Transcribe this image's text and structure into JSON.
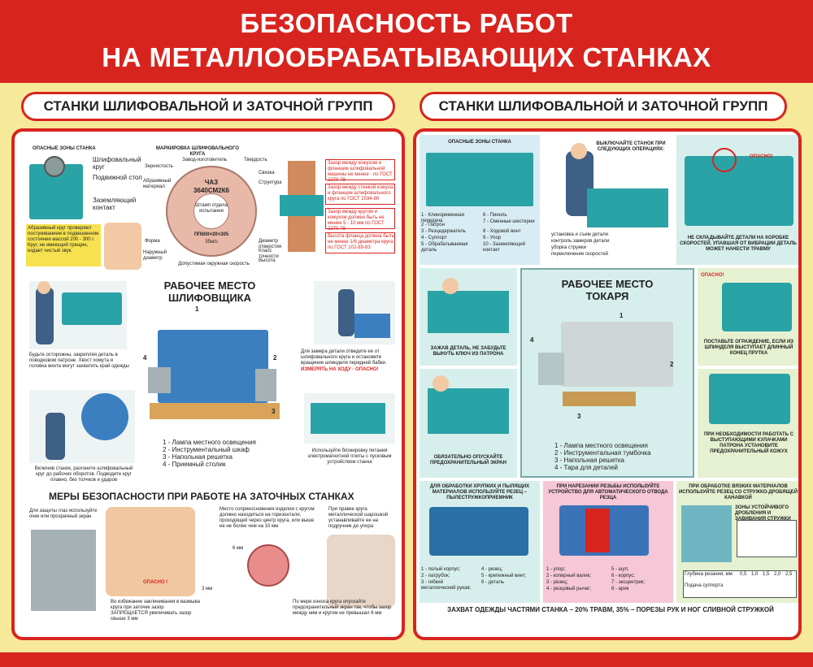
{
  "title": {
    "line1": "БЕЗОПАСНОСТЬ РАБОТ",
    "line2": "НА МЕТАЛЛООБРАБАТЫВАЮЩИХ СТАНКАХ"
  },
  "left": {
    "header": "СТАНКИ ШЛИФОВАЛЬНОЙ И ЗАТОЧНОЙ ГРУПП",
    "danger_zones": {
      "title": "ОПАСНЫЕ ЗОНЫ СТАНКА",
      "labels": [
        "Шлифовальный круг",
        "Подвижной стол",
        "Заземляющий контакт"
      ],
      "note": "Абразивный круг проверяют постукиванием в подвешенном состоянии массой 200 - 300 г. Круг, не имеющий трещин, издает чистый звук."
    },
    "marking": {
      "title": "МАРКИРОВКА ШЛИФОВАЛЬНОГО КРУГА",
      "wheel_code1": "ЧАЗ",
      "wheel_code2": "3640СМ2К6",
      "wheel_stamp": "Штамп отдела испытания",
      "wheel_code3": "ПП600×20×305",
      "wheel_code4": "35м/с",
      "labels_left": [
        "Зернистость",
        "Абразивный материал",
        "Форма",
        "Наружный диаметр"
      ],
      "labels_top": [
        "Завод-изготовитель",
        "Твердость"
      ],
      "labels_right": [
        "Связка",
        "Структура",
        "Диаметр отверстия",
        "Класс точности",
        "Высота"
      ],
      "label_bottom": "Допустимая окружная скорость"
    },
    "flange_notes": [
      "Зазор между кожухом и фланцем шлифовальной машины не менее - по ГОСТ 2270-78",
      "Зазор между стенкой кожуха и фланцем шлифовального круга по ГОСТ 2034-80",
      "Зазор между кругом и кожухом должен быть не менее 5 - 10 мм по ГОСТ 2270-78",
      "Высота фланца должна быть не менее 1/6 диаметра круга по ГОСТ 102-89-83"
    ],
    "workplace": {
      "title1": "РАБОЧЕЕ МЕСТО",
      "title2": "ШЛИФОВЩИКА",
      "num1": "1",
      "num2": "2",
      "num3": "3",
      "num4": "4",
      "legend": [
        "1 - Лампа местного освещения",
        "2 - Инструментальный шкаф",
        "3 - Напольная решетка",
        "4 - Приемный столик"
      ]
    },
    "note_chuck": "Будьте осторожны, закрепляя деталь в поводковом патроне. Хвост хомута и головка винта могут захватить край одежды",
    "note_measure": "Для замера детали отведите ее от шлифовального круга и остановите вращение шпинделя передней бабки.",
    "note_measure_red": "ИЗМЕРЯТЬ НА ХОДУ - ОПАСНО!",
    "note_start": "Включив станок, разгоните шлифовальный круг до рабочих оборотов. Подводите круг плавно, без толчков и ударов",
    "note_block": "Используйте блокировку питания электромагнитной плиты с пусковым устройством станка",
    "sharpen": {
      "title": "МЕРЫ БЕЗОПАСНОСТИ ПРИ РАБОТЕ НА ЗАТОЧНЫХ СТАНКАХ",
      "note1": "Для защиты глаз используйте очки или прозрачный экран",
      "note2": "Место соприкосновения изделия с кругом должно находиться на горизонтали, проходящей через центр круга, или выше ее не более чем на 10 мм",
      "note3": "При правке круга металлической шарошкой устанавливайте ее на подручник до упора",
      "danger": "ОПАСНО !",
      "gap_6": "6 мм",
      "gap_3": "3 мм",
      "note4": "Во избежание заклинивания в вазмыва круга при заточке зазор ЗАПРЕЩАЕТСЯ увеличивать зазор свыше 3 мм",
      "note5": "По мере износа круга опускайте предохранительный экран так, чтобы зазор между ним и кругом не превышал 6 мм"
    }
  },
  "right": {
    "header": "СТАНКИ ШЛИФОВАЛЬНОЙ И ЗАТОЧНОЙ ГРУПП",
    "danger_zones": {
      "title": "ОПАСНЫЕ ЗОНЫ СТАНКА",
      "legend": [
        "1 - Клиноременная передача",
        "2 - Патрон",
        "3 - Резцедержатель",
        "4 - Суппорт",
        "5 - Обрабатываемая деталь",
        "6 - Пиноль",
        "7 - Сменные шестерни",
        "8 - Ходовой винт",
        "9 - Упор",
        "10 - Заземляющий контакт"
      ]
    },
    "stop_machine": {
      "title": "ВЫКЛЮЧАЙТЕ СТАНОК ПРИ СЛЕДУЮЩИХ ОПЕРАЦИЯХ:",
      "items": [
        "установка и съем детали",
        "контроль замеров детали",
        "уборка стружки",
        "переключение скоростей"
      ]
    },
    "danger_label": "ОПАСНО!",
    "note_box": "НЕ СКЛАДЫВАЙТЕ ДЕТАЛИ НА КОРОБКЕ СКОРОСТЕЙ. УПАВШАЯ ОТ ВИБРАЦИИ ДЕТАЛЬ МОЖЕТ НАНЕСТИ ТРАВМУ",
    "note_key": "ЗАЖАВ ДЕТАЛЬ, НЕ ЗАБУДЬТЕ ВЫНУТЬ КЛЮЧ ИЗ ПАТРОНА",
    "workplace": {
      "title1": "РАБОЧЕЕ МЕСТО",
      "title2": "ТОКАРЯ",
      "num1": "1",
      "num2": "2",
      "num3": "3",
      "num4": "4",
      "legend": [
        "1 - Лампа местного освещения",
        "2 - Инструментальная тумбочка",
        "3 - Напольная решетка",
        "4 - Тара для деталей"
      ]
    },
    "danger_label2": "ОПАСНО!",
    "note_guard": "ПОСТАВЬТЕ ОГРАЖДЕНИЕ, ЕСЛИ ИЗ ШПИНДЕЛЯ ВЫСТУПАЕТ ДЛИННЫЙ КОНЕЦ ПРУТКА",
    "note_screen": "ОБЯЗАТЕЛЬНО ОПУСКАЙТЕ ПРЕДОХРАНИТЕЛЬНЫЙ ЭКРАН",
    "note_cover": "ПРИ НЕОБХОДИМОСТИ РАБОТАТЬ С ВЫСТУПАЮЩИМИ КУЛАЧКАМИ ПАТРОНА УСТАНОВИТЕ ПРЕДОХРАНИТЕЛЬНЫЙ КОЖУХ",
    "brittle": {
      "title": "ДЛЯ ОБРАБОТКИ ХРУПКИХ И ПЫЛЯЩИХ МАТЕРИАЛОВ ИСПОЛЬЗУЙТЕ РЕЗЕЦ – ПЫЛЕСТРУЖКОПРИЕМНИК",
      "legend": [
        "1 - полый корпус;",
        "2 - патрубок;",
        "3 - гибкий металлический рукав;",
        "4 - резец;",
        "5 - крепежный винт;",
        "6 - деталь"
      ]
    },
    "thread": {
      "title": "ПРИ НАРЕЗАНИИ РЕЗЬБЫ ИСПОЛЬЗУЙТЕ УСТРОЙСТВО ДЛЯ АВТОМАТИЧЕСКОГО ОТВОДА РЕЗЦА",
      "legend": [
        "1 - упор;",
        "2 - копирный валик;",
        "3 - резец;",
        "4 - резцовый рычаг;",
        "5 - шуп;",
        "6 - корпус;",
        "7 - эксцентрик;",
        "8 - арик"
      ]
    },
    "viscous": {
      "title": "ПРИ ОБРАБОТКЕ ВЯЗКИХ МАТЕРИАЛОВ ИСПОЛЬЗУЙТЕ РЕЗЕЦ СО СТРУЖКО-ДРОБЯЩЕЙ КАНАВКОЙ",
      "table_title": "ЗОНЫ УСТОЙЧИВОГО ДРОБЛЕНИЯ И ЗАВИВАНИЯ СТРУЖКИ",
      "rows": [
        "Глубина резания, мм",
        "Подача суппорта"
      ],
      "cols": [
        "0,5",
        "1,0",
        "1,5",
        "2,0",
        "2,5"
      ]
    },
    "footer": "ЗАХВАТ ОДЕЖДЫ ЧАСТЯМИ СТАНКА – 20% ТРАВМ, 35% – ПОРЕЗЫ РУК И НОГ СЛИВНОЙ СТРУЖКОЙ"
  }
}
